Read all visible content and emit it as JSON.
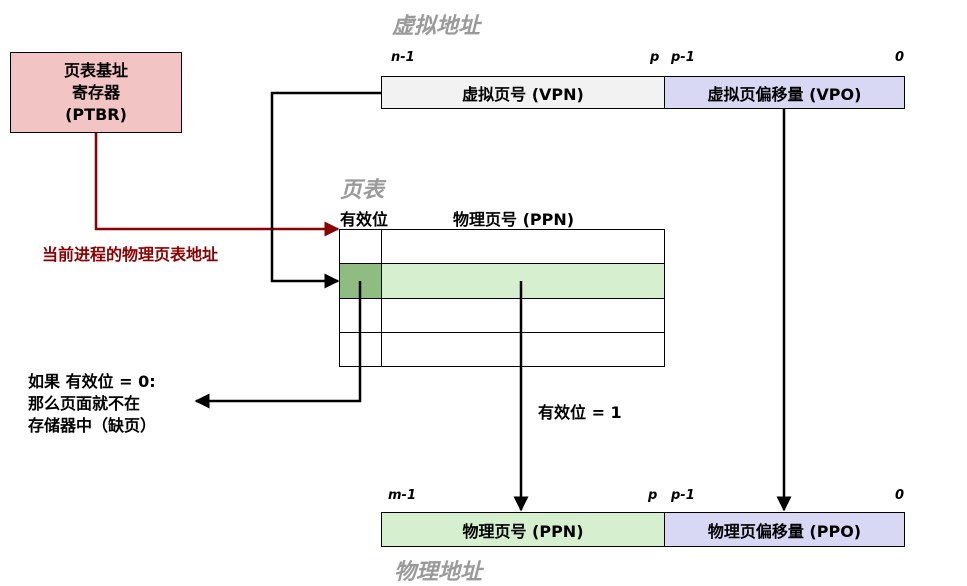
{
  "titles": {
    "virtual_address": "虚拟地址",
    "page_table": "页表",
    "physical_address": "物理地址"
  },
  "virtual_bits": {
    "n_minus_1": "n-1",
    "p": "p",
    "p_minus_1": "p-1",
    "zero": "0"
  },
  "physical_bits": {
    "m_minus_1": "m-1",
    "p": "p",
    "p_minus_1": "p-1",
    "zero": "0"
  },
  "vpn_label": "虚拟页号 (VPN)",
  "vpo_label": "虚拟页偏移量 (VPO)",
  "ppn_label": "物理页号 (PPN)",
  "ppo_label": "物理页偏移量 (PPO)",
  "ptbr": {
    "line1": "页表基址",
    "line2": "寄存器",
    "line3": "(PTBR)"
  },
  "page_table_headers": {
    "valid": "有效位",
    "ppn": "物理页号 (PPN)"
  },
  "ptbr_note": "当前进程的物理页表地址",
  "fault_note": {
    "line1": "如果 有效位 = 0:",
    "line2": "那么页面就不在",
    "line3": "存储器中（缺页）"
  },
  "valid_note": "有效位 = 1",
  "colors": {
    "ptbr_fill": "#f2c4c4",
    "ptbr_arrow": "#8b0000",
    "vpn_fill": "#f2f2f2",
    "offset_fill": "#d8d8f5",
    "ppn_fill": "#d6f0cf",
    "valid_cell": "#8fbc80",
    "title_gray": "#9a9a9a"
  }
}
